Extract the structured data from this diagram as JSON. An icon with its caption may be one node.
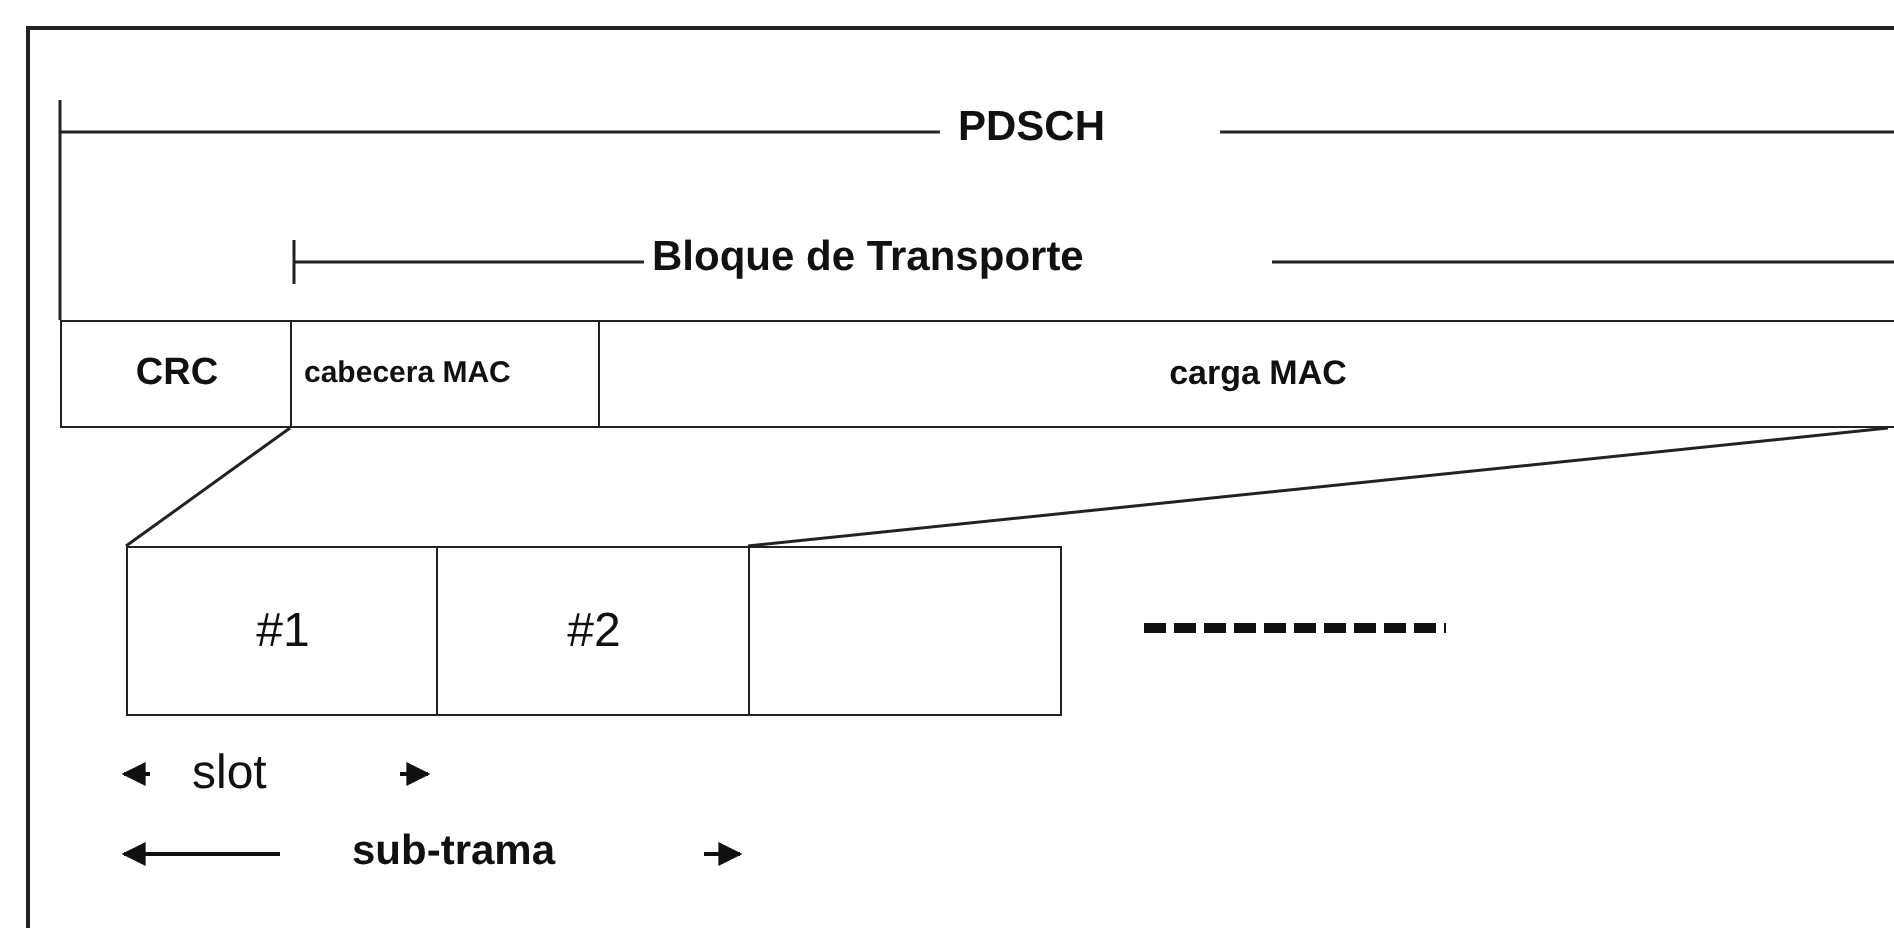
{
  "diagram": {
    "nodes": [
      {
        "text": [
          "CRC"
        ]
      },
      {
        "text": [
          "cabecera MAC"
        ]
      },
      {
        "text": [
          "carga MAC"
        ]
      },
      {
        "text": [
          "#1"
        ]
      },
      {
        "text": [
          "#2"
        ]
      },
      {
        "text": [],
        "shape": "box"
      }
    ],
    "edges": [
      {
        "from": 1,
        "to": 3,
        "arrow": "none"
      },
      {
        "from": 2,
        "to": 5,
        "arrow": "none"
      }
    ],
    "labels": [
      "PDSCH",
      "Bloque de Transporte",
      "slot",
      "sub-trama"
    ]
  }
}
